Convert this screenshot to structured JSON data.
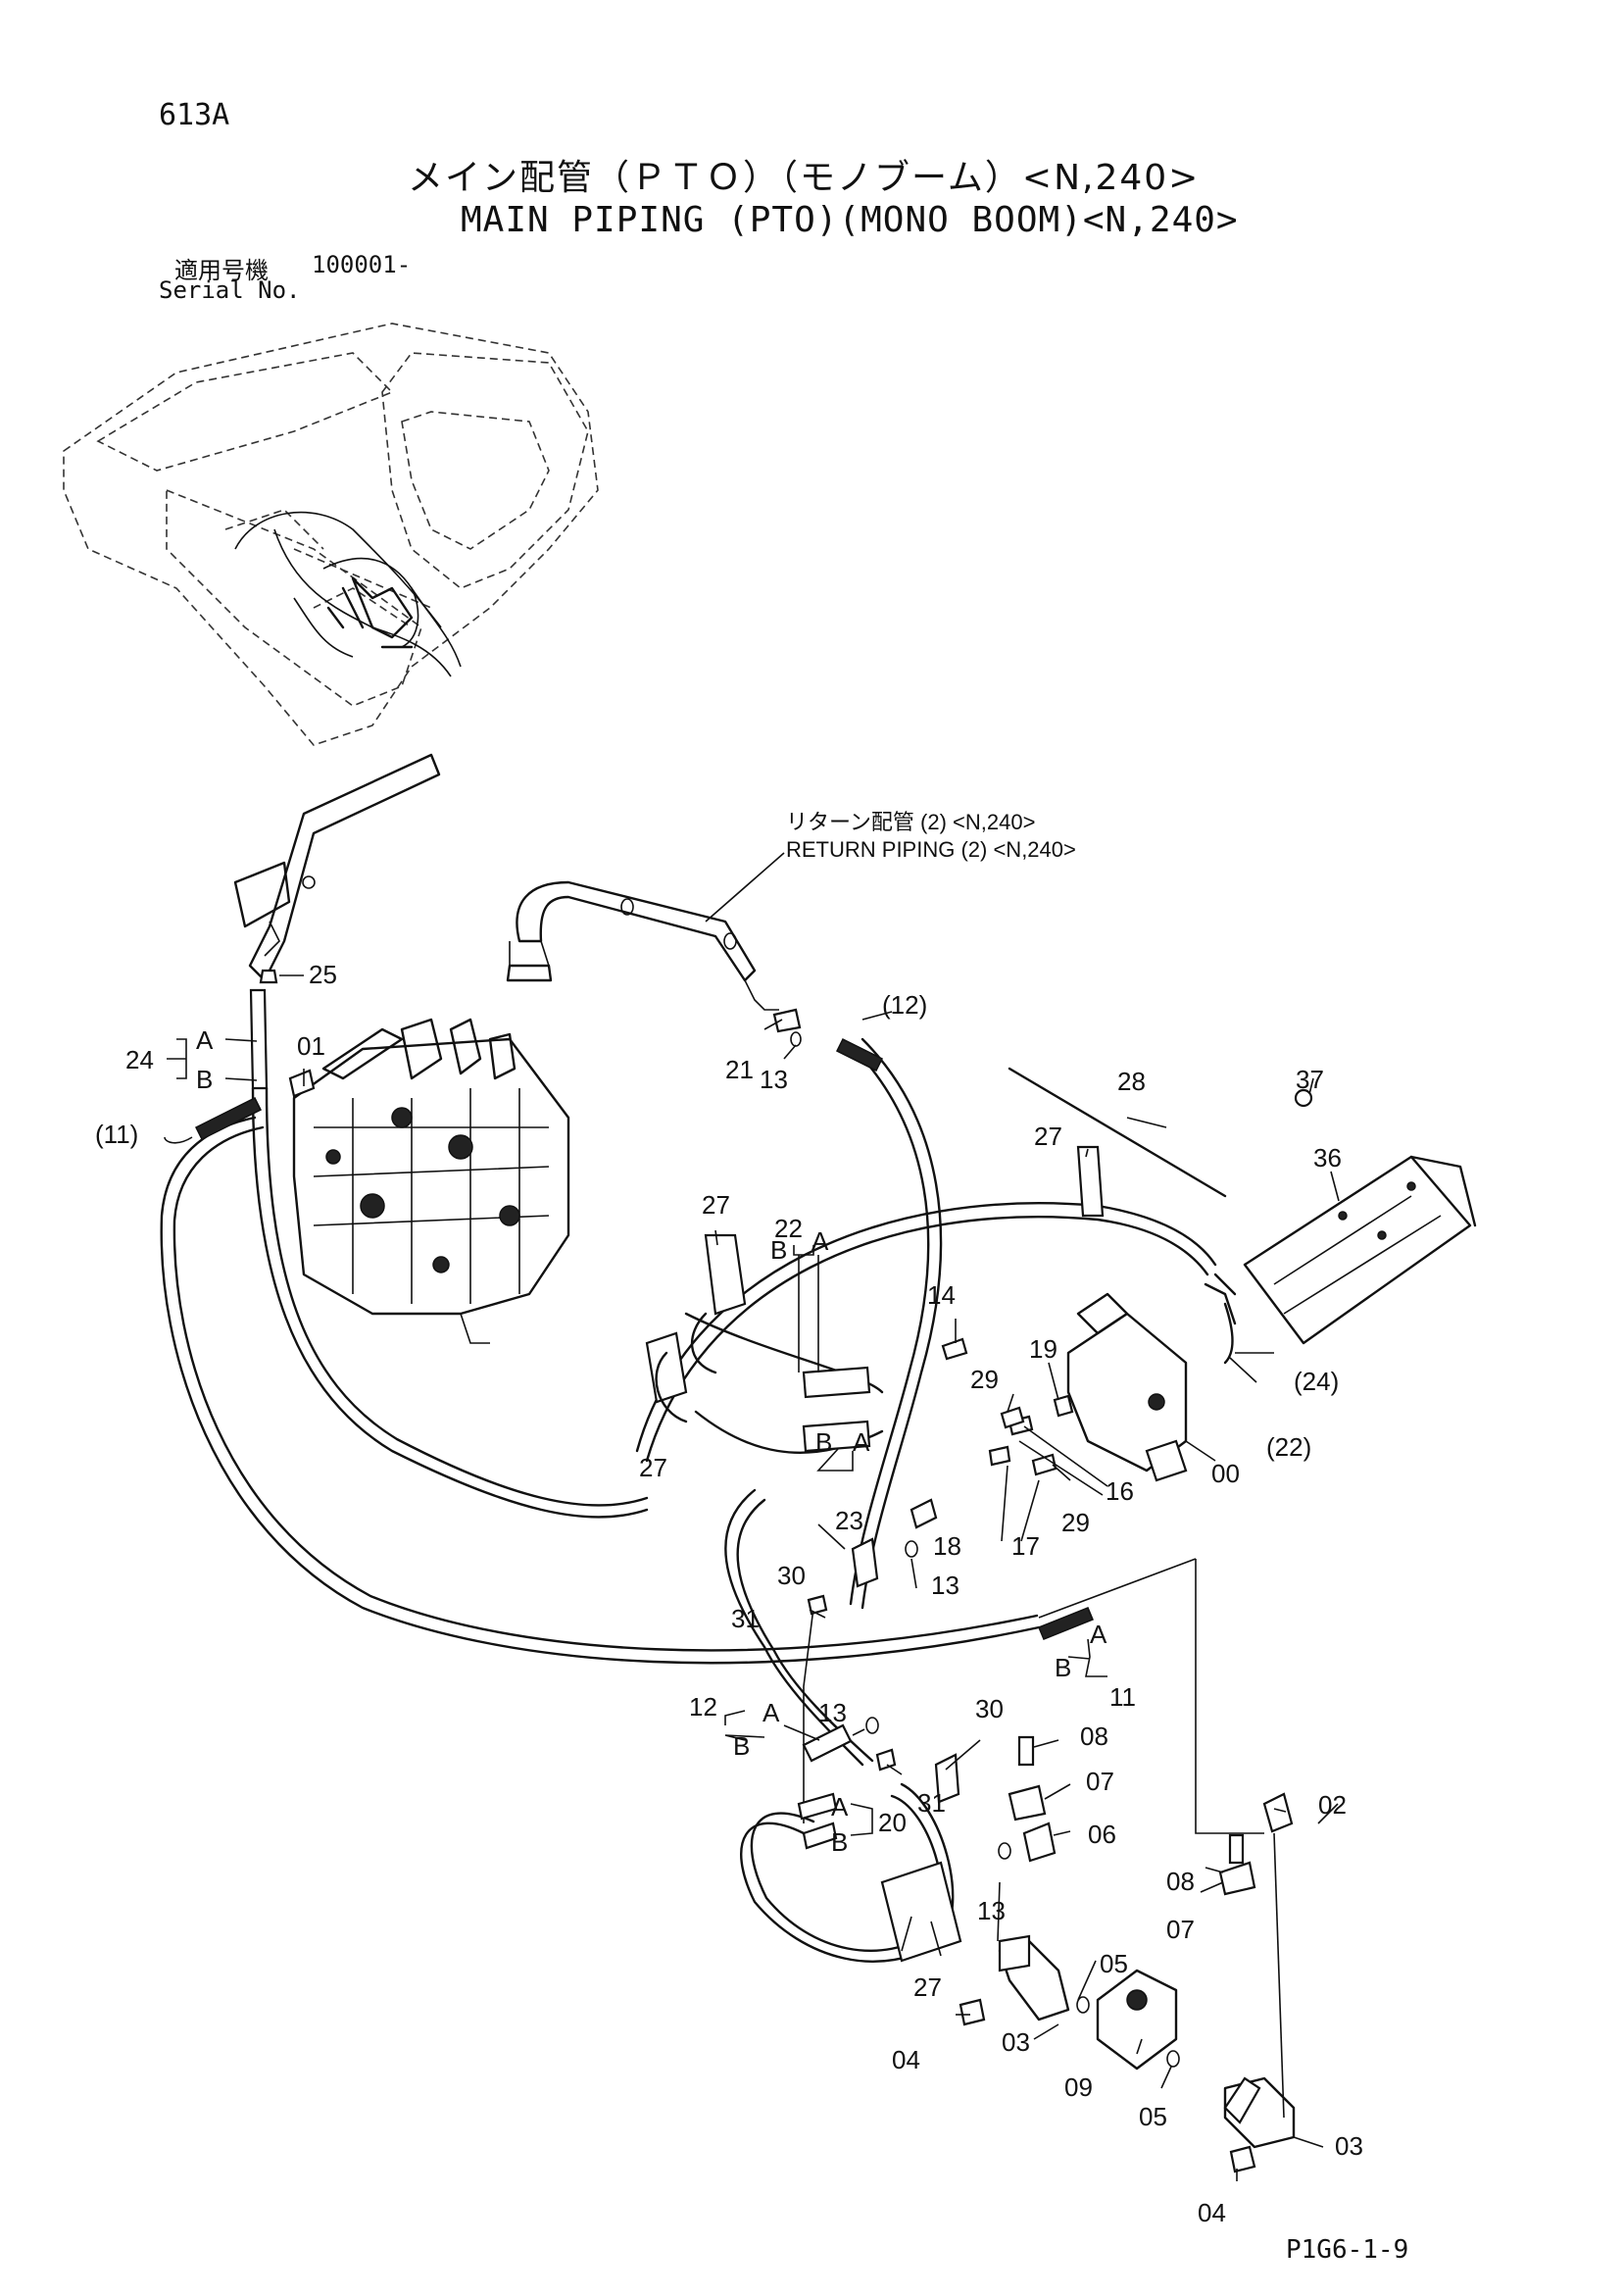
{
  "header": {
    "page_no": "613A",
    "title_ja": "メイン配管（ＰＴＯ）（モノブーム）<N,240>",
    "title_en": "MAIN PIPING (PTO)(MONO BOOM)<N,240>",
    "serial_label_ja": "適用号機",
    "serial_value": "100001-",
    "serial_label_en": "Serial No."
  },
  "callout": {
    "return_piping_ja": "リターン配管 (2) <N,240>",
    "return_piping_en": "RETURN PIPING (2) <N,240>"
  },
  "labels": {
    "l25": "25",
    "l24": "24",
    "l24a": "A",
    "l24b": "B",
    "l01": "01",
    "l11p": "(11)",
    "l21": "21",
    "l13a": "13",
    "l12p": "(12)",
    "l28": "28",
    "l37": "37",
    "l36": "36",
    "l27a": "27",
    "l27b": "27",
    "l22": "22",
    "l22b": "B",
    "l22a": "A",
    "l14": "14",
    "l19": "19",
    "l29a": "29",
    "l24p": "(24)",
    "l22p": "(22)",
    "l00": "00",
    "l16": "16",
    "l29b": "29",
    "l27c": "27",
    "l23b": "B",
    "l23a": "A",
    "l23": "23",
    "l18": "18",
    "l17": "17",
    "l30a": "30",
    "l13b": "13",
    "l31a": "31",
    "l11a": "A",
    "l11b": "B",
    "l11": "11",
    "l12": "12",
    "l12a": "A",
    "l12b": "B",
    "l13c": "13",
    "l30b": "30",
    "l08a": "08",
    "l31b": "31",
    "l07a": "07",
    "l20a": "A",
    "l20": "20",
    "l20b": "B",
    "l06": "06",
    "l02": "02",
    "l08b": "08",
    "l07b": "07",
    "l13d": "13",
    "l27d": "27",
    "l05a": "05",
    "l04a": "04",
    "l03a": "03",
    "l09": "09",
    "l05b": "05",
    "l03b": "03",
    "l04b": "04"
  },
  "footer": {
    "figure_code": "P1G6-1-9"
  }
}
